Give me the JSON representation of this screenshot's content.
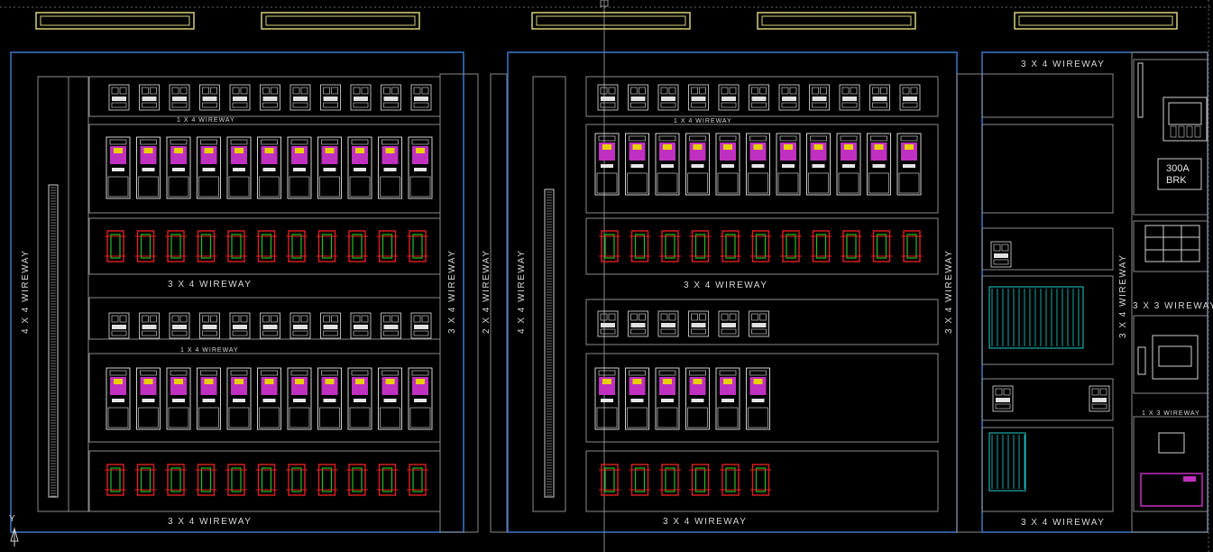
{
  "labels": {
    "wireway_4x4": "4 X 4 WIREWAY",
    "wireway_3x4": "3 X 4 WIREWAY",
    "wireway_2x4": "2 X 4 WIREWAY",
    "wireway_1x4": "1 X 4 WIREWAY",
    "wireway_3x3": "3 X 3 WIREWAY",
    "wireway_1x3": "1 X 3 WIREWAY",
    "breaker_amp": "300A",
    "breaker_tag": "BRK",
    "axis_y": "Y"
  },
  "colors": {
    "panel_border": "#3a78c8",
    "frame": "#8a8a8a",
    "fan_grille": "#d6d07a",
    "drive_purple": "#c030c0",
    "drive_yellow": "#e8d000",
    "fuse_red": "#e02020",
    "fuse_green": "#20c020",
    "terminal_cyan": "#20d0d0"
  },
  "panels": {
    "left": {
      "contactor_rows": [
        11,
        11
      ],
      "drive_rows": [
        11,
        11
      ],
      "fuse_rows": [
        11,
        11
      ]
    },
    "center": {
      "contactor_rows": [
        11,
        6
      ],
      "drive_rows": [
        11,
        6
      ],
      "fuse_rows": [
        11,
        6
      ]
    }
  }
}
